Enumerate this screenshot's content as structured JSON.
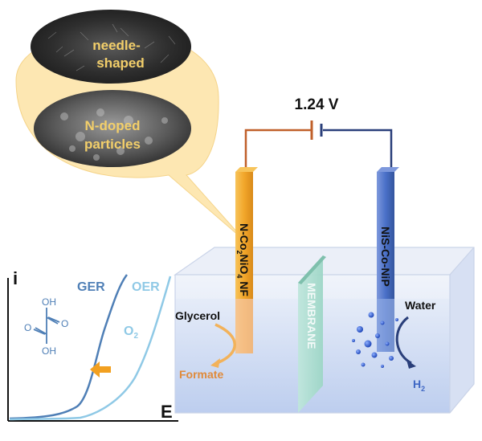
{
  "voltage": "1.24 V",
  "anode": {
    "label_main": "N-Co",
    "label_sub1": "2",
    "label_mid": "NiO",
    "label_sub2": "4",
    "label_end": " NF",
    "color": "#f2a62a"
  },
  "cathode": {
    "label": "NiS-Co-NiP",
    "color": "#3f67c4"
  },
  "membrane_label": "MEMBRANE",
  "glycerol_label": "Glycerol",
  "formate_label": "Formate",
  "water_label": "Water",
  "h2_label": "H",
  "h2_sub": "2",
  "callout": {
    "top_line1": "needle-",
    "top_line2": "shaped",
    "bottom_line1": "N-doped",
    "bottom_line2": "particles"
  },
  "plot": {
    "y_axis_label": "i",
    "x_axis_label": "E",
    "ger_label": "GER",
    "oer_label": "OER",
    "o2_label": "O",
    "o2_sub": "2",
    "oxalic_oh": "OH"
  },
  "colors": {
    "anode_wire": "#c0602a",
    "cathode_wire": "#2a3f7a",
    "ger_curve": "#4f7fb6",
    "oer_curve": "#8fc9e6",
    "arrow": "#f2a020",
    "formate": "#e08a3a",
    "h2": "#3f67c4"
  }
}
